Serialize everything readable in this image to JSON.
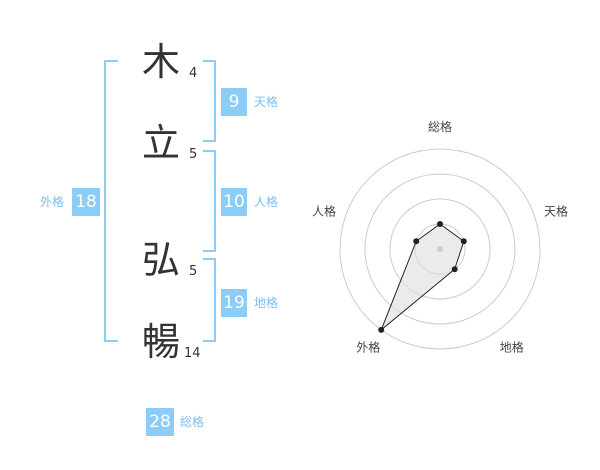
{
  "name_chars": [
    {
      "char": "木",
      "strokes": "4"
    },
    {
      "char": "立",
      "strokes": "5"
    },
    {
      "char": "弘",
      "strokes": "5"
    },
    {
      "char": "暢",
      "strokes": "14"
    }
  ],
  "kakusu": {
    "tenkaku": {
      "value": "9",
      "label": "天格"
    },
    "jinkaku": {
      "value": "10",
      "label": "人格"
    },
    "chikaku": {
      "value": "19",
      "label": "地格"
    },
    "gaikaku": {
      "value": "18",
      "label": "外格"
    },
    "soukaku": {
      "value": "28",
      "label": "総格"
    }
  },
  "chart_data": {
    "type": "radar",
    "axes": [
      "総格",
      "天格",
      "地格",
      "外格",
      "人格"
    ],
    "values": [
      1,
      1,
      1,
      4,
      1
    ],
    "max": 4,
    "rings": 4,
    "colors": {
      "line": "#222222",
      "fill": "#dddddd",
      "ring": "#cccccc"
    }
  }
}
